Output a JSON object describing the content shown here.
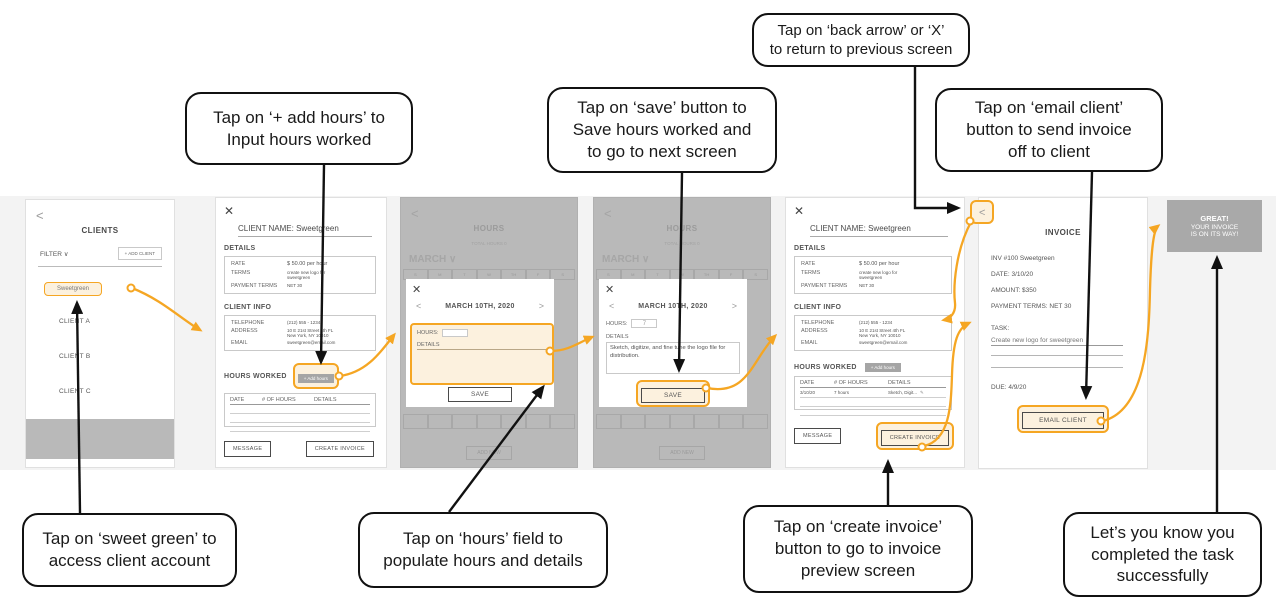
{
  "colors": {
    "accent": "#F5A623",
    "accent_fill": "#FCF1DE",
    "gray_screen": "#b9b9b9",
    "success_box": "#a9a9a9"
  },
  "callouts": {
    "back": "Tap on ‘back arrow’ or ‘X’\nto return to previous screen",
    "add_hours": "Tap on ‘+ add hours’ to\nInput hours worked",
    "save": "Tap on ‘save’ button to\nSave hours worked and\nto go to next screen",
    "email_client": "Tap on ‘email client’\nbutton to send invoice\noff to client",
    "sweetgreen": "Tap on ‘sweet green’ to\naccess client account",
    "hours_field": "Tap on ‘hours’ field to\npopulate hours and details",
    "create_invoice": "Tap on ‘create invoice’\nbutton to go to invoice\npreview screen",
    "success": "Let’s you know you\ncompleted the task\nsuccessfully"
  },
  "clients_screen": {
    "back_icon": "<",
    "title": "CLIENTS",
    "filter_label": "FILTER",
    "filter_chevron": "∨",
    "add_client_button": "+ ADD CLIENT",
    "selected_client": "Sweetgreen",
    "other_clients": [
      "CLIENT A",
      "CLIENT B",
      "CLIENT C"
    ]
  },
  "client_screen": {
    "close_icon": "✕",
    "client_name": "CLIENT NAME: Sweetgreen",
    "details_heading": "DETAILS",
    "rate_label": "RATE",
    "rate_value": "$ 50.00 per hour",
    "terms_label": "TERMS",
    "terms_value": "create new logo for\nsweetgreen",
    "payment_terms_label": "PAYMENT TERMS",
    "payment_terms_value": "NET 30",
    "client_info_heading": "CLIENT INFO",
    "telephone_label": "TELEPHONE",
    "telephone_value": "(212) 555 - 1234",
    "address_label": "ADDRESS",
    "address_value": "10 E 21st Street 4th FL\nNew York, NY 10010",
    "email_label": "EMAIL",
    "email_value": "sweetgreen@email.com",
    "hours_heading": "HOURS WORKED",
    "add_hours_button": "+ Add hours",
    "table_headers": [
      "DATE",
      "# OF HOURS",
      "DETAILS"
    ],
    "message_button": "MESSAGE",
    "create_invoice_button": "CREATE INVOICE"
  },
  "hours_row": {
    "date": "3/10/20",
    "hours": "7 hours",
    "details": "Sketch, Digit...",
    "edit_icon": "✎"
  },
  "hours_screen": {
    "back_icon": "<",
    "title": "HOURS",
    "total_label": "TOTAL HOURS 0",
    "month_label": "MARCH",
    "month_chevron": "∨",
    "day_headers": [
      "S",
      "M",
      "T",
      "W",
      "TH",
      "F",
      "S"
    ],
    "add_new_button": "ADD NEW"
  },
  "hours_modal": {
    "close_icon": "✕",
    "prev_icon": "<",
    "next_icon": ">",
    "date_title": "MARCH 10TH, 2020",
    "hours_label": "HOURS:",
    "details_label": "DETAILS",
    "save_button": "SAVE",
    "hours_value_empty": "",
    "hours_value_filled": "7",
    "details_value_filled": "Sketch, digitize, and fine tune the logo file for distribution."
  },
  "invoice_screen": {
    "back_icon": "<",
    "title": "INVOICE",
    "inv_line": "INV #100  Sweetgreen",
    "date_line": "DATE: 3/10/20",
    "amount_line": "AMOUNT: $350",
    "payment_terms_line": "PAYMENT TERMS: NET 30",
    "task_label": "TASK:",
    "task_value": "Create new logo for sweetgreen",
    "due_line": "DUE: 4/9/20",
    "email_client_button": "EMAIL CLIENT"
  },
  "success_box": {
    "title": "GREAT!",
    "line2": "YOUR INVOICE",
    "line3": "IS ON ITS WAY!"
  }
}
